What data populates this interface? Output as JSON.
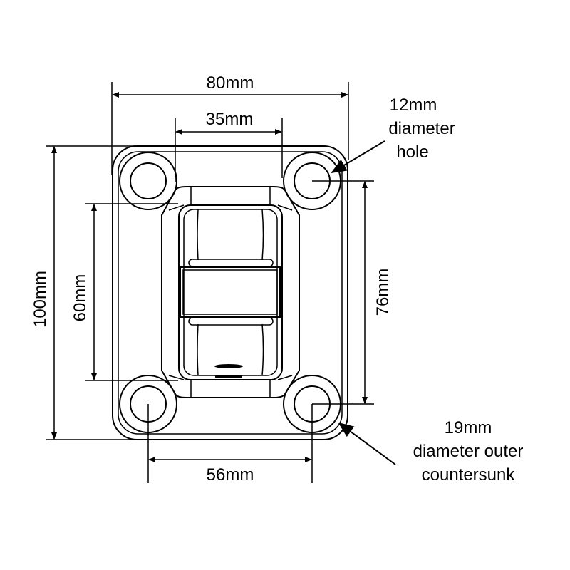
{
  "dimensions": {
    "width": "80mm",
    "hole_spacing_top": "35mm",
    "height": "100mm",
    "inner_height": "60mm",
    "hole_spacing_vertical": "76mm",
    "hole_spacing_bottom": "56mm"
  },
  "callouts": {
    "hole": [
      "12mm",
      "diameter",
      "hole"
    ],
    "countersunk": [
      "19mm",
      "diameter outer",
      "countersunk"
    ]
  },
  "colors": {
    "line": "#000000",
    "background": "#ffffff"
  }
}
